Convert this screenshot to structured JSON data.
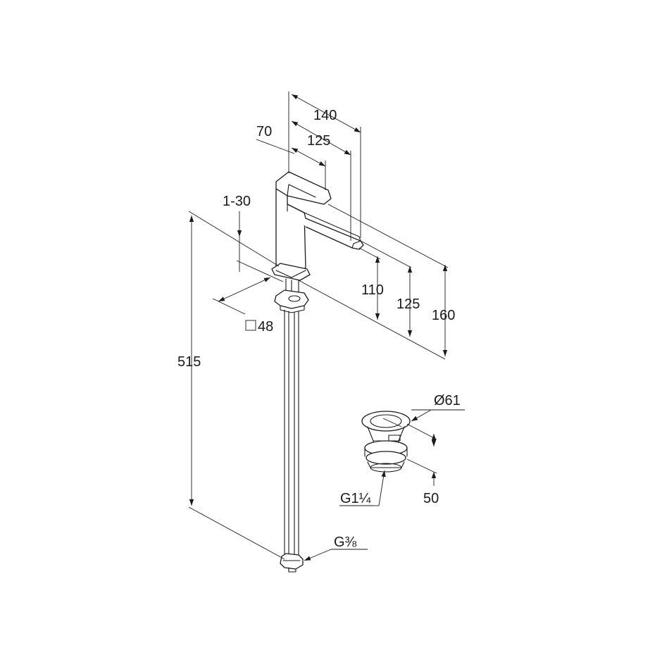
{
  "labels": {
    "d140": "140",
    "d70": "70",
    "d125_top": "125",
    "d1_30": "1-30",
    "d110": "110",
    "d125_right": "125",
    "d160": "160",
    "d48": "48",
    "d515": "515",
    "d61": "Ø61",
    "d50": "50",
    "thread_waste": "G1¼",
    "thread_supply": "G⅜"
  }
}
